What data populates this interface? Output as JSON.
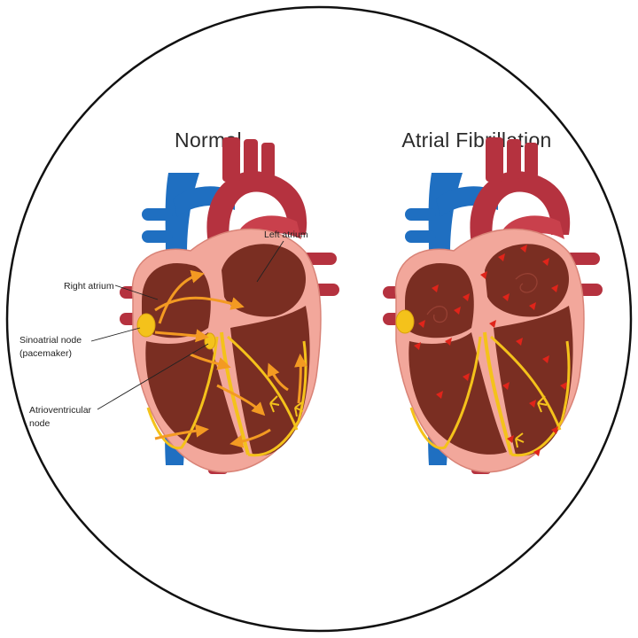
{
  "panels": {
    "normal": {
      "title": "Normal"
    },
    "afib": {
      "title": "Atrial Fibrillation"
    }
  },
  "labels": {
    "left_atrium": "Left atrium",
    "right_atrium": "Right atrium",
    "sa_node_line1": "Sinoatrial node",
    "sa_node_line2": "(pacemaker)",
    "av_node_line1": "Atrioventricular",
    "av_node_line2": "node"
  },
  "colors": {
    "vein_blue": "#1f6fc1",
    "artery_red": "#b5323f",
    "heart_wall": "#f2a79b",
    "chamber": "#7a2e22",
    "node_yellow": "#f4c21b",
    "signal_orange": "#f39a22",
    "chaos_red": "#e0241a",
    "frame": "#111111"
  },
  "icons": {
    "normal_signal": "orange-arrow-icon",
    "afib_signal": "red-triangle-icon"
  }
}
